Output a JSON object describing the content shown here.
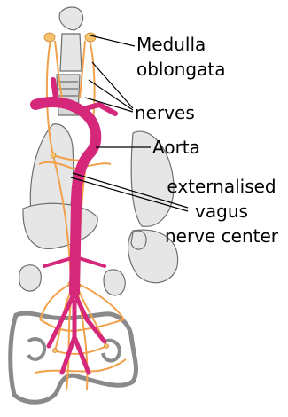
{
  "labels": {
    "medulla_line1": "Medulla",
    "medulla_line2": "oblongata",
    "nerves": "nerves",
    "aorta": "Aorta",
    "ext_line1": "externalised",
    "ext_line2": "vagus",
    "ext_line3": "nerve center"
  },
  "colors": {
    "organ_fill": "#e6e6e6",
    "organ_stroke": "#6e6e6e",
    "vessel": "#d6287a",
    "nerve": "#f2a14b",
    "nerve_light": "#f7c36e",
    "leader": "#000000"
  }
}
